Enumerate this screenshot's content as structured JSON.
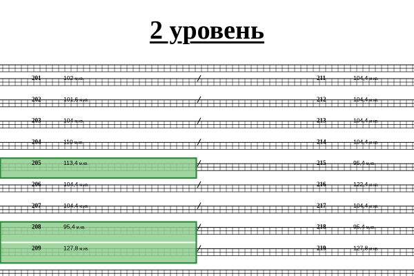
{
  "page": {
    "title": "2 уровень"
  },
  "colors": {
    "highlight_fill": "#8fce8f",
    "highlight_stroke": "#2e8b3e",
    "line": "#000000"
  },
  "units_label": "м.кв.",
  "left_column": [
    {
      "number": "201",
      "area": "102",
      "highlighted": false
    },
    {
      "number": "202",
      "area": "101,6",
      "highlighted": false
    },
    {
      "number": "203",
      "area": "104",
      "highlighted": false
    },
    {
      "number": "204",
      "area": "110",
      "highlighted": false
    },
    {
      "number": "205",
      "area": "113,4",
      "highlighted": true
    },
    {
      "number": "206",
      "area": "104,4",
      "highlighted": false
    },
    {
      "number": "207",
      "area": "104,4",
      "highlighted": false
    },
    {
      "number": "208",
      "area": "95,4",
      "highlighted": true
    },
    {
      "number": "209",
      "area": "127,8",
      "highlighted": true
    }
  ],
  "right_column": [
    {
      "number": "211",
      "area": "104,4"
    },
    {
      "number": "212",
      "area": "104,4"
    },
    {
      "number": "213",
      "area": "104,4"
    },
    {
      "number": "214",
      "area": "104,4"
    },
    {
      "number": "215",
      "area": "95,4"
    },
    {
      "number": "216",
      "area": "122,4"
    },
    {
      "number": "217",
      "area": "104,4"
    },
    {
      "number": "218",
      "area": "95,4"
    },
    {
      "number": "219",
      "area": "127,8"
    }
  ]
}
